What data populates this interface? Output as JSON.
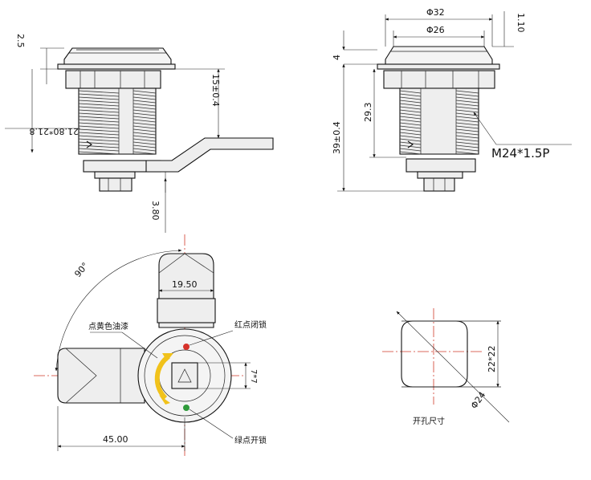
{
  "front_view": {
    "dims": {
      "flange_thickness": "2.5",
      "length_to_arm": "15±0.4",
      "thread_tol": "21.80*21.8",
      "arm_offset": "3.80"
    }
  },
  "side_view": {
    "dims": {
      "flange_dia": "Φ32",
      "body_dia": "Φ26",
      "top_gap": "1.10",
      "flange_height": "4",
      "thread_len": "29.3",
      "total_len": "39±0.4"
    },
    "thread_spec": "M24*1.5P"
  },
  "top_view": {
    "dims": {
      "arm_width": "19.50",
      "arm_length": "45.00",
      "rotation": "90°",
      "key_size": "7*7"
    },
    "labels": {
      "yellow_paint": "点黄色油漆",
      "red_dot": "红点闭锁",
      "green_dot": "绿点开锁"
    },
    "colors": {
      "red_dot": "#d6322a",
      "green_dot": "#2e9a3a",
      "yellow_arrow": "#f1c21b",
      "centerline": "#d03a2a"
    }
  },
  "cutout_view": {
    "dims": {
      "square": "22*22",
      "dia": "Φ24"
    },
    "title": "开孔尺寸"
  }
}
